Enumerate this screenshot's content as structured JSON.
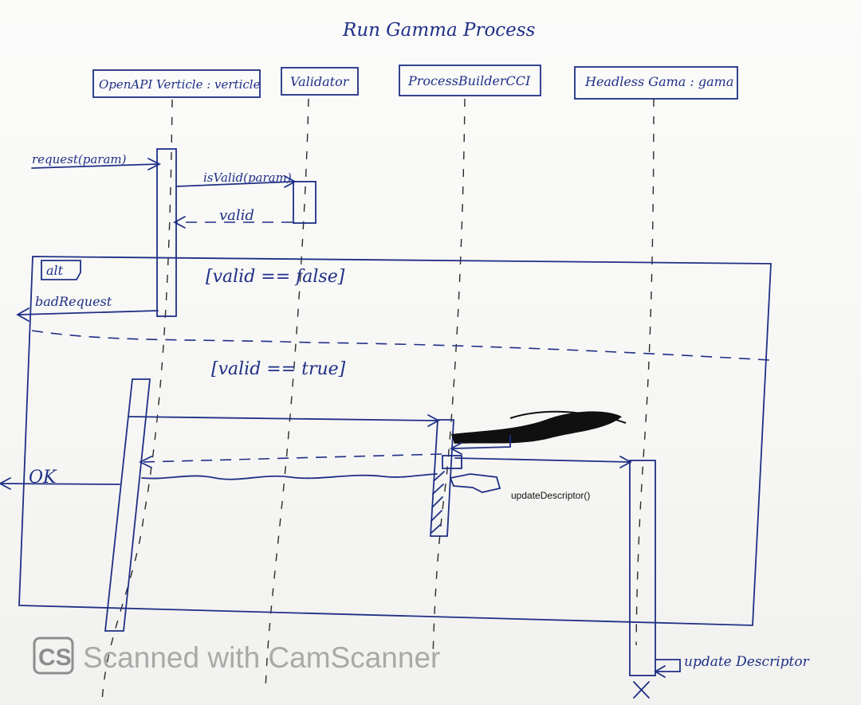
{
  "title": "Run Gamma Process",
  "participants": [
    {
      "id": "verticle",
      "label": "OpenAPI Verticle : verticle"
    },
    {
      "id": "validator",
      "label": "Validator"
    },
    {
      "id": "builder",
      "label": "ProcessBuilderCCI"
    },
    {
      "id": "headless",
      "label": "Headless Gama : gama"
    }
  ],
  "messages": {
    "request": "request(param)",
    "is_valid": "isValid(param)",
    "valid_return": "valid",
    "bad_request": "badRequest",
    "ok": "OK",
    "update_descriptor_typed": "updateDescriptor()",
    "update_descriptor_self": "update Descriptor"
  },
  "fragment": {
    "label": "alt",
    "guard_false": "[valid == false]",
    "guard_true": "[valid == true]"
  },
  "watermark": {
    "logo": "CS",
    "text": "Scanned with CamScanner"
  },
  "colors": {
    "ink": "#1f2f86",
    "paper": "#f8f8f6",
    "watermark": "#8d8d8d"
  }
}
